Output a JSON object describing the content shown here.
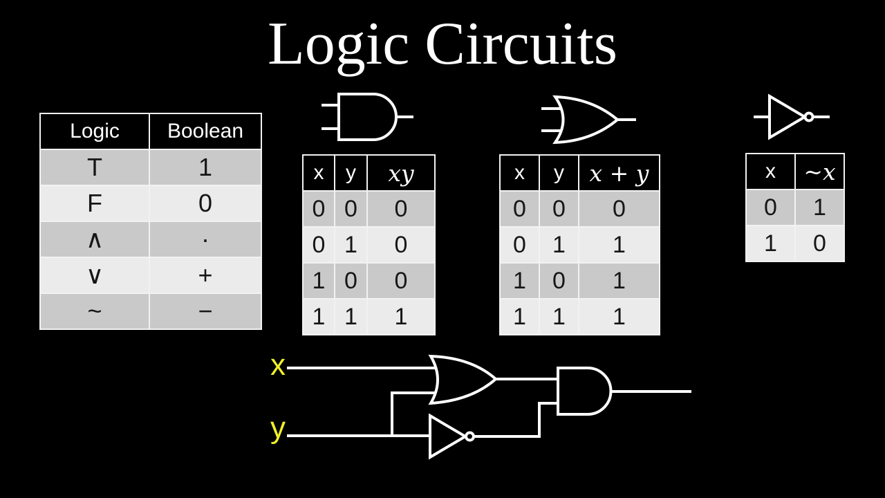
{
  "title": "Logic Circuits",
  "colors": {
    "background": "#000000",
    "foreground": "#ffffff",
    "row_dark": "#c9c9c9",
    "row_light": "#ebebeb",
    "input_label_yellow": "#f0f02a"
  },
  "legend_table": {
    "headers": [
      "Logic",
      "Boolean"
    ],
    "rows": [
      [
        "T",
        "1"
      ],
      [
        "F",
        "0"
      ],
      [
        "∧",
        "·"
      ],
      [
        "∨",
        "+"
      ],
      [
        "~",
        "−"
      ]
    ]
  },
  "and_section": {
    "gate_icon": "and-gate-icon",
    "table": {
      "headers": [
        "x",
        "y",
        "xy"
      ],
      "rows": [
        [
          "0",
          "0",
          "0"
        ],
        [
          "0",
          "1",
          "0"
        ],
        [
          "1",
          "0",
          "0"
        ],
        [
          "1",
          "1",
          "1"
        ]
      ]
    }
  },
  "or_section": {
    "gate_icon": "or-gate-icon",
    "table": {
      "headers": [
        "x",
        "y",
        "x + y"
      ],
      "rows": [
        [
          "0",
          "0",
          "0"
        ],
        [
          "0",
          "1",
          "1"
        ],
        [
          "1",
          "0",
          "1"
        ],
        [
          "1",
          "1",
          "1"
        ]
      ]
    }
  },
  "not_section": {
    "gate_icon": "not-gate-icon",
    "table": {
      "headers": [
        "x",
        "~x"
      ],
      "rows": [
        [
          "0",
          "1"
        ],
        [
          "1",
          "0"
        ]
      ]
    }
  },
  "circuit": {
    "input_labels": {
      "x": "x",
      "y": "y"
    },
    "gate_icons": [
      "or-gate-icon",
      "not-gate-icon",
      "and-gate-icon"
    ]
  }
}
